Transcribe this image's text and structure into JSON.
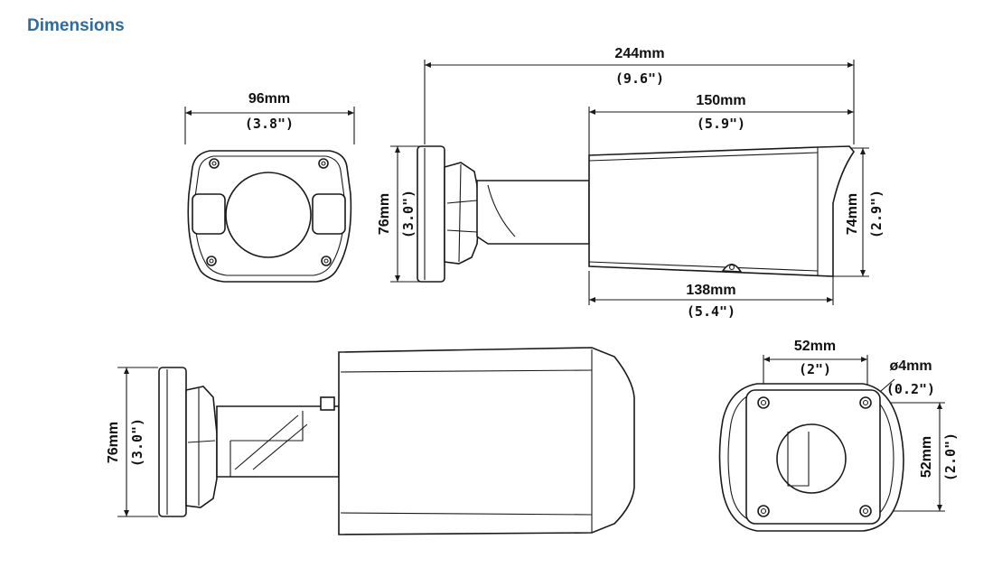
{
  "page": {
    "title": "Dimensions"
  },
  "dimensions": {
    "front_width": {
      "metric": "96mm",
      "imperial": "(3.8\")"
    },
    "overall_length": {
      "metric": "244mm",
      "imperial": "(9.6\")"
    },
    "housing_top_length": {
      "metric": "150mm",
      "imperial": "(5.9\")"
    },
    "housing_bottom_length": {
      "metric": "138mm",
      "imperial": "(5.4\")"
    },
    "side_mount_height": {
      "metric": "76mm",
      "imperial": "(3.0\")"
    },
    "housing_height": {
      "metric": "74mm",
      "imperial": "(2.9\")"
    },
    "top_mount_height": {
      "metric": "76mm",
      "imperial": "(3.0\")"
    },
    "mount_hole_spacing_h": {
      "metric": "52mm",
      "imperial": "(2\")"
    },
    "mount_hole_diameter": {
      "metric": "ø4mm",
      "imperial": "(0.2\")"
    },
    "mount_hole_spacing_v": {
      "metric": "52mm",
      "imperial": "(2.0\")"
    }
  }
}
